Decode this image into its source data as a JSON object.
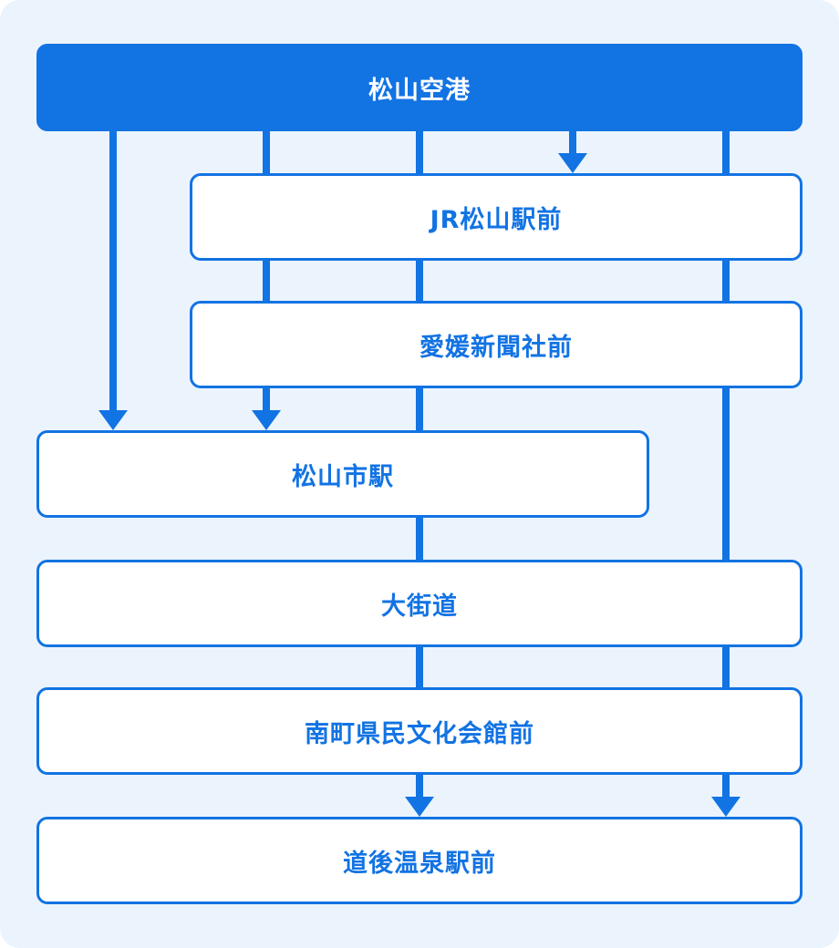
{
  "accent_color": "#1273e3",
  "background_color": "#ebf4fd",
  "stops": {
    "airport": "松山空港",
    "jr_matsuyama": "JR松山駅前",
    "ehime_shimbun": "愛媛新聞社前",
    "matsuyamashi": "松山市駅",
    "okaido": "大街道",
    "minamimachi": "南町県民文化会館前",
    "dogo_onsen": "道後温泉駅前"
  },
  "routes": [
    {
      "from": "松山空港",
      "to": "松山市駅"
    },
    {
      "from": "松山空港",
      "via": [
        "JR松山駅前",
        "愛媛新聞社前"
      ],
      "to": "松山市駅"
    },
    {
      "from": "松山空港",
      "via": [
        "JR松山駅前",
        "愛媛新聞社前",
        "松山市駅",
        "大街道",
        "南町県民文化会館前"
      ],
      "to": "道後温泉駅前"
    },
    {
      "from": "松山空港",
      "to": "JR松山駅前"
    },
    {
      "from": "松山空港",
      "via": [
        "JR松山駅前",
        "愛媛新聞社前",
        "大街道",
        "南町県民文化会館前"
      ],
      "to": "道後温泉駅前"
    }
  ]
}
